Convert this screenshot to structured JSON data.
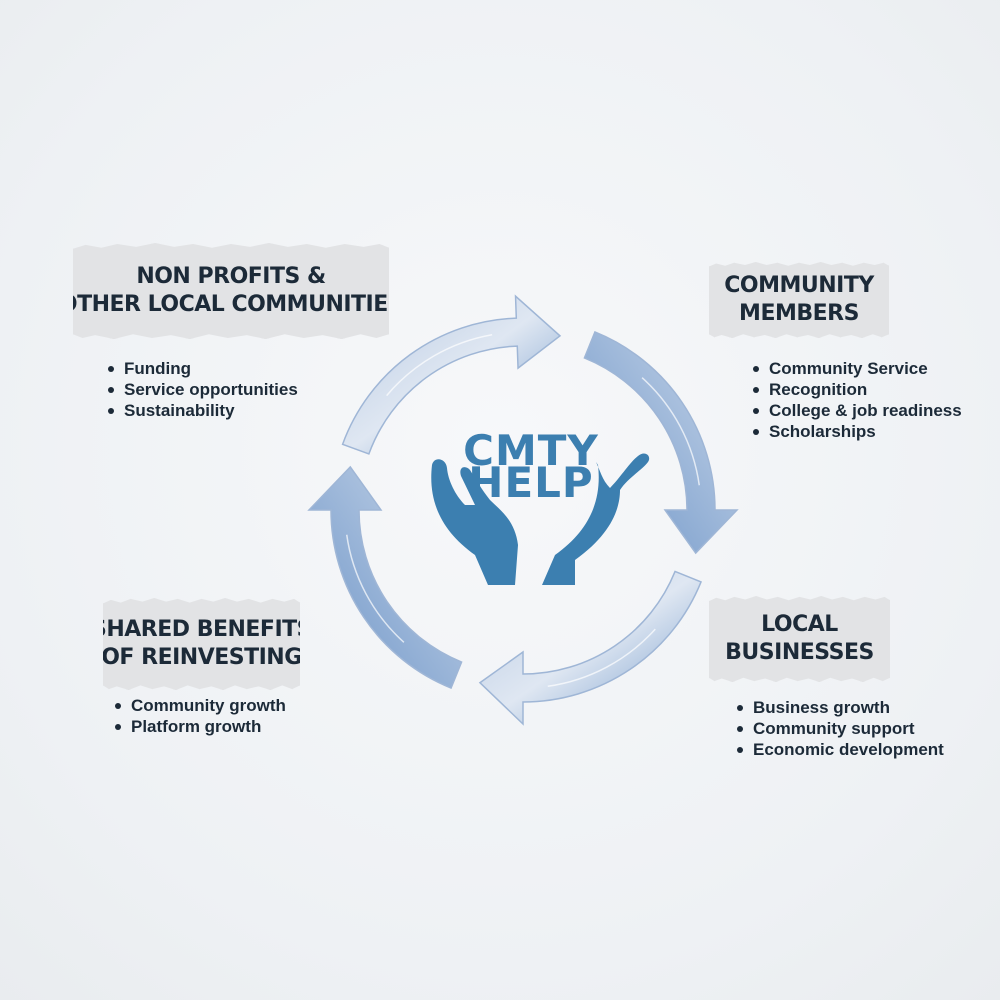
{
  "logo": {
    "line1": "CMTY",
    "line2": "HELP"
  },
  "colors": {
    "accent": "#3c7fb0",
    "arrow": "#8eaed6",
    "text": "#1c2a38",
    "label_bg": "#e2e3e5"
  },
  "nodes": {
    "nonprofit": {
      "title": [
        "NON PROFITS &",
        "OTHER LOCAL COMMUNITIES"
      ],
      "items": [
        "Funding",
        "Service opportunities",
        "Sustainability"
      ]
    },
    "community": {
      "title": [
        "COMMUNITY",
        "MEMBERS"
      ],
      "items": [
        "Community Service",
        "Recognition",
        "College & job readiness",
        "Scholarships"
      ]
    },
    "shared": {
      "title": [
        "SHARED BENEFITS",
        "OF REINVESTING"
      ],
      "items": [
        "Community growth",
        "Platform growth"
      ]
    },
    "business": {
      "title": [
        "LOCAL",
        "BUSINESSES"
      ],
      "items": [
        "Business growth",
        "Community support",
        "Economic development"
      ]
    }
  },
  "icons": {
    "center": "helping-hands-icon",
    "cycle": "circular-arrows-icon"
  }
}
